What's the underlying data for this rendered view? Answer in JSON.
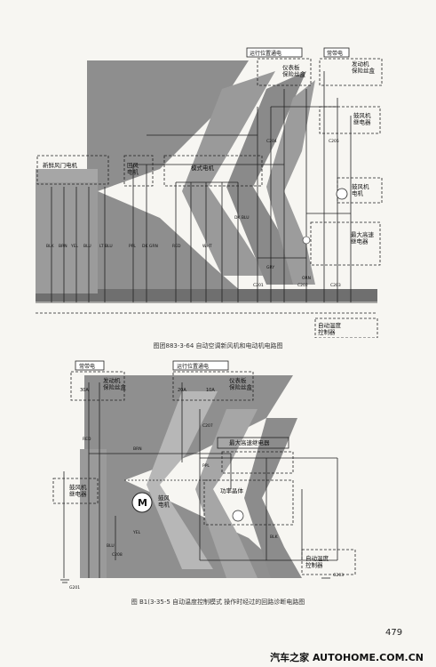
{
  "figure1": {
    "boxes": {
      "run_power": "运行位置通电",
      "hot_at_all_times": "常带电",
      "engine_fuse_box": "发动机\n保险丝盒",
      "instrument_fuse_box": "仪表板\n保险丝盒",
      "fresh_air_door_motor": "新鲜风门电机",
      "recirc_motor": "回风\n电机",
      "mode_motor": "模式电机",
      "blower_relay": "鼓风机\n继电器",
      "blower_motor": "鼓风机\n电机",
      "max_speed_relay": "最大高速\n继电器",
      "auto_temp_controller": "自动温度\n控制器"
    },
    "wire_labels": [
      "BLK",
      "BRN",
      "YEL",
      "BLU",
      "LT BLU",
      "PPL",
      "DK GRN",
      "RED",
      "WHT",
      "DK BLU",
      "GRY",
      "ORN"
    ],
    "connector_labels": [
      "C201",
      "C202",
      "C203",
      "C204",
      "C205"
    ]
  },
  "figure2": {
    "boxes": {
      "hot_at_all_times": "常带电",
      "run_power": "运行位置通电",
      "engine_fuse_box": "发动机\n保险丝盒",
      "instrument_fuse_box": "仪表板\n保险丝盒",
      "max_speed_relay": "最大高速继电器",
      "blower_relay": "鼓风机\n继电器",
      "blower_motor": "鼓风\n电机",
      "power_transistor": "功率晶体",
      "auto_temp_controller": "自动温度\n控制器"
    },
    "fuse_labels": [
      "30A",
      "20A",
      "10A"
    ],
    "wire_labels": [
      "RED",
      "BRN",
      "PPL",
      "BLK",
      "YEL",
      "BLU"
    ],
    "connector_labels": [
      "C207",
      "C208",
      "G201",
      "G203"
    ]
  },
  "captions": {
    "fig1": "图团883-3-64 自动空调新风机和电动机电路图",
    "fig2": "图 B1(3-35-5 自动温度控制模式 操作时经过的回路诊断电路图"
  },
  "page_number": "479",
  "watermark": "汽车之家 AUTOHOME.COM.CN",
  "colors": {
    "ink": "#2a2a2a",
    "gray_band": "#8c8c8c",
    "dark_gray": "#5d5d5d",
    "paper": "#f7f6f2"
  }
}
